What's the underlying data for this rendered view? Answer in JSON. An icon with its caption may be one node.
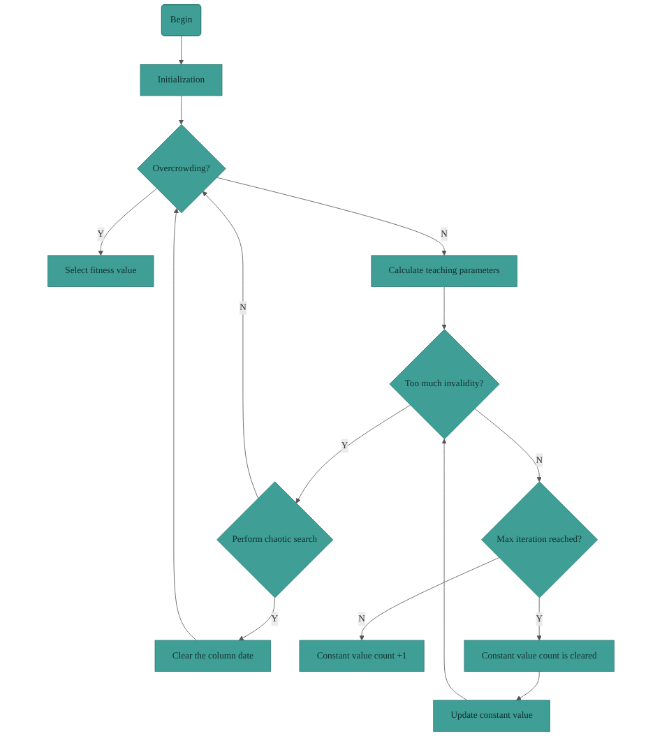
{
  "diagram": {
    "nodes": [
      {
        "text": [
          "Begin"
        ]
      },
      {
        "text": [
          "Initialization"
        ]
      },
      {
        "text": [
          "Overcrowding?"
        ]
      },
      {
        "text": [
          "Select fitness value"
        ]
      },
      {
        "text": [
          "Calculate teaching parameters"
        ]
      },
      {
        "text": [
          "Too much invalidity?"
        ]
      },
      {
        "text": [
          "Perform chaotic search"
        ]
      },
      {
        "text": [
          "Clear the column date"
        ]
      },
      {
        "text": [
          "Max iteration reached?"
        ]
      },
      {
        "text": [
          "Constant value count +1"
        ]
      },
      {
        "text": [
          "Constant value count is cleared"
        ]
      },
      {
        "text": [
          "Update constant value"
        ]
      }
    ],
    "edges": [
      {
        "from": 0,
        "to": 1,
        "arrow": "to"
      },
      {
        "from": 1,
        "to": 2,
        "arrow": "to"
      },
      {
        "from": 2,
        "to": 3,
        "arrow": "to",
        "label": "Y"
      },
      {
        "from": 2,
        "to": 4,
        "arrow": "to",
        "label": "N"
      },
      {
        "from": 4,
        "to": 5,
        "arrow": "to"
      },
      {
        "from": 5,
        "to": 6,
        "arrow": "to",
        "label": "Y"
      },
      {
        "from": 6,
        "to": 2,
        "arrow": "to",
        "label": "N"
      },
      {
        "from": 6,
        "to": 7,
        "arrow": "to",
        "label": "Y"
      },
      {
        "from": 7,
        "to": 2,
        "arrow": "to"
      },
      {
        "from": 5,
        "to": 8,
        "arrow": "to",
        "label": "N"
      },
      {
        "from": 8,
        "to": 9,
        "arrow": "to",
        "label": "N"
      },
      {
        "from": 8,
        "to": 10,
        "arrow": "to",
        "label": "Y"
      },
      {
        "from": 10,
        "to": 11,
        "arrow": "to"
      },
      {
        "from": 11,
        "to": 5,
        "arrow": "to"
      }
    ]
  }
}
